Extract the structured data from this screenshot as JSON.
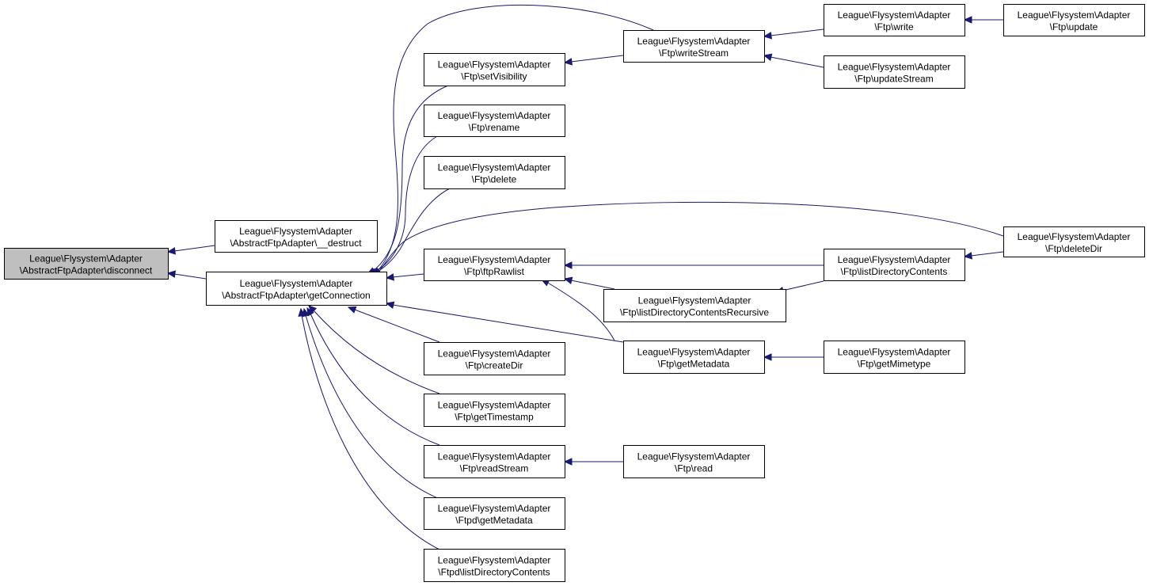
{
  "diagram": {
    "nodes": {
      "disconnect": {
        "line1": "League\\Flysystem\\Adapter",
        "line2": "\\AbstractFtpAdapter\\disconnect",
        "highlighted": true
      },
      "destruct": {
        "line1": "League\\Flysystem\\Adapter",
        "line2": "\\AbstractFtpAdapter\\__destruct"
      },
      "getConnection": {
        "line1": "League\\Flysystem\\Adapter",
        "line2": "\\AbstractFtpAdapter\\getConnection"
      },
      "setVisibility": {
        "line1": "League\\Flysystem\\Adapter",
        "line2": "\\Ftp\\setVisibility"
      },
      "rename": {
        "line1": "League\\Flysystem\\Adapter",
        "line2": "\\Ftp\\rename"
      },
      "delete": {
        "line1": "League\\Flysystem\\Adapter",
        "line2": "\\Ftp\\delete"
      },
      "ftpRawlist": {
        "line1": "League\\Flysystem\\Adapter",
        "line2": "\\Ftp\\ftpRawlist"
      },
      "createDir": {
        "line1": "League\\Flysystem\\Adapter",
        "line2": "\\Ftp\\createDir"
      },
      "getTimestamp": {
        "line1": "League\\Flysystem\\Adapter",
        "line2": "\\Ftp\\getTimestamp"
      },
      "readStream": {
        "line1": "League\\Flysystem\\Adapter",
        "line2": "\\Ftp\\readStream"
      },
      "ftpdGetMetadata": {
        "line1": "League\\Flysystem\\Adapter",
        "line2": "\\Ftpd\\getMetadata"
      },
      "ftpdListDirectoryContents": {
        "line1": "League\\Flysystem\\Adapter",
        "line2": "\\Ftpd\\listDirectoryContents"
      },
      "writeStream": {
        "line1": "League\\Flysystem\\Adapter",
        "line2": "\\Ftp\\writeStream"
      },
      "listDirectoryContentsRecursive": {
        "line1": "League\\Flysystem\\Adapter",
        "line2": "\\Ftp\\listDirectoryContentsRecursive"
      },
      "getMetadata": {
        "line1": "League\\Flysystem\\Adapter",
        "line2": "\\Ftp\\getMetadata"
      },
      "read": {
        "line1": "League\\Flysystem\\Adapter",
        "line2": "\\Ftp\\read"
      },
      "write": {
        "line1": "League\\Flysystem\\Adapter",
        "line2": "\\Ftp\\write"
      },
      "updateStream": {
        "line1": "League\\Flysystem\\Adapter",
        "line2": "\\Ftp\\updateStream"
      },
      "listDirectoryContents": {
        "line1": "League\\Flysystem\\Adapter",
        "line2": "\\Ftp\\listDirectoryContents"
      },
      "getMimetype": {
        "line1": "League\\Flysystem\\Adapter",
        "line2": "\\Ftp\\getMimetype"
      },
      "update": {
        "line1": "League\\Flysystem\\Adapter",
        "line2": "\\Ftp\\update"
      },
      "deleteDir": {
        "line1": "League\\Flysystem\\Adapter",
        "line2": "\\Ftp\\deleteDir"
      }
    },
    "edges": [
      {
        "from": "destruct",
        "to": "disconnect"
      },
      {
        "from": "getConnection",
        "to": "disconnect"
      },
      {
        "from": "setVisibility",
        "to": "getConnection"
      },
      {
        "from": "rename",
        "to": "getConnection"
      },
      {
        "from": "delete",
        "to": "getConnection"
      },
      {
        "from": "writeStream",
        "to": "getConnection"
      },
      {
        "from": "deleteDir",
        "to": "getConnection"
      },
      {
        "from": "ftpRawlist",
        "to": "getConnection"
      },
      {
        "from": "createDir",
        "to": "getConnection"
      },
      {
        "from": "getMetadata",
        "to": "getConnection"
      },
      {
        "from": "getTimestamp",
        "to": "getConnection"
      },
      {
        "from": "readStream",
        "to": "getConnection"
      },
      {
        "from": "ftpdGetMetadata",
        "to": "getConnection"
      },
      {
        "from": "ftpdListDirectoryContents",
        "to": "getConnection"
      },
      {
        "from": "writeStream",
        "to": "setVisibility"
      },
      {
        "from": "write",
        "to": "writeStream"
      },
      {
        "from": "updateStream",
        "to": "writeStream"
      },
      {
        "from": "update",
        "to": "write"
      },
      {
        "from": "listDirectoryContents",
        "to": "ftpRawlist"
      },
      {
        "from": "listDirectoryContentsRecursive",
        "to": "ftpRawlist"
      },
      {
        "from": "getMetadata",
        "to": "ftpRawlist"
      },
      {
        "from": "listDirectoryContents",
        "to": "listDirectoryContentsRecursive"
      },
      {
        "from": "deleteDir",
        "to": "listDirectoryContents"
      },
      {
        "from": "getMimetype",
        "to": "getMetadata"
      },
      {
        "from": "read",
        "to": "readStream"
      }
    ],
    "colors": {
      "edge": "#191970",
      "node_fill": "#ffffff",
      "node_highlight_fill": "#bfbfbf",
      "node_border": "#000000"
    }
  }
}
